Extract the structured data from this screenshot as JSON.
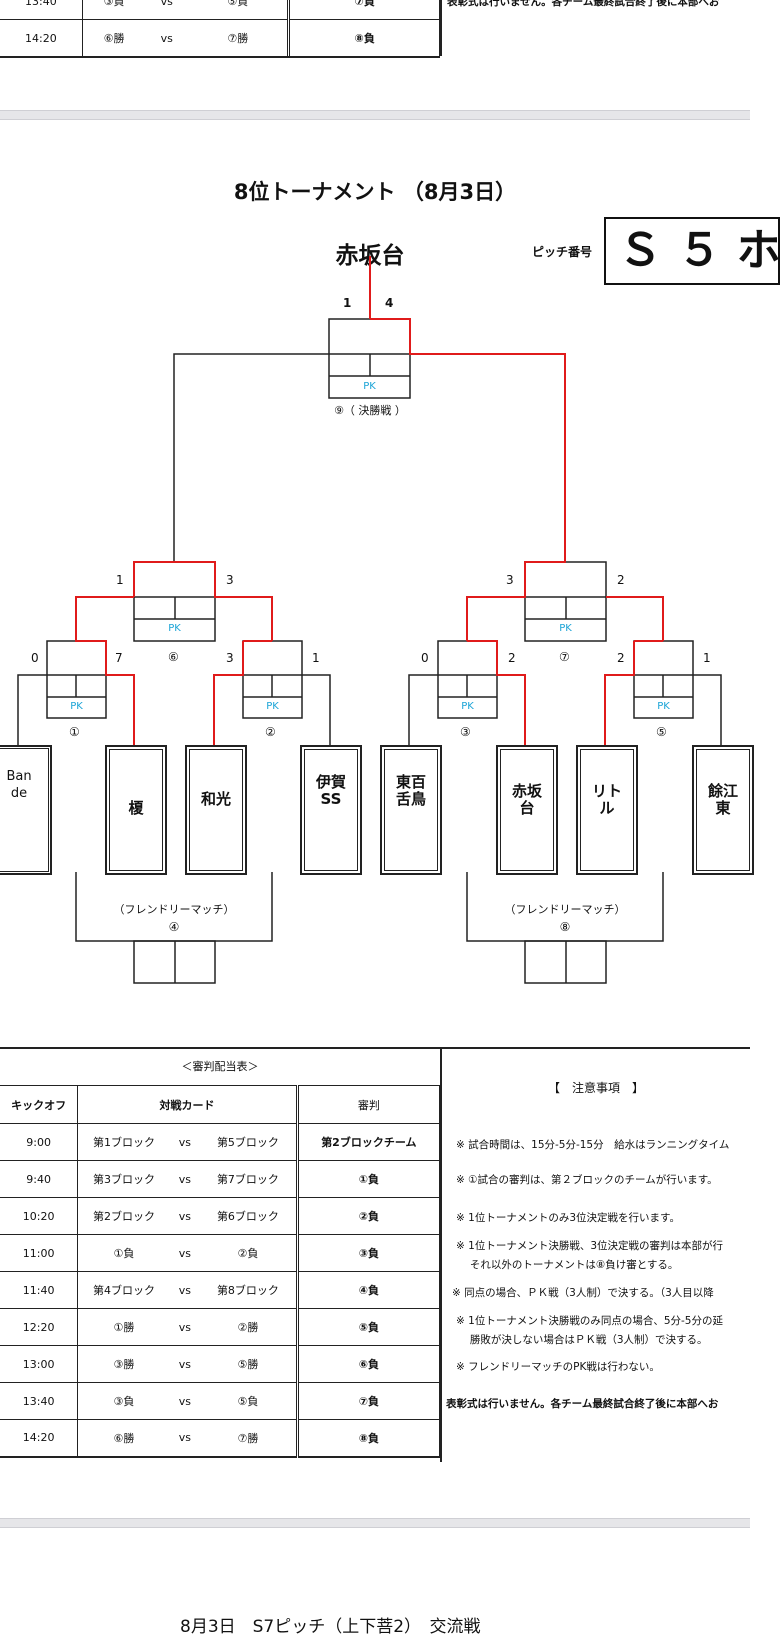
{
  "top_table": {
    "rows": [
      {
        "time": "13:40",
        "home": "③負",
        "vs": "vs",
        "away": "⑤負",
        "ref": "⑦負"
      },
      {
        "time": "14:20",
        "home": "⑥勝",
        "vs": "vs",
        "away": "⑦勝",
        "ref": "⑧負"
      }
    ],
    "note_partial": "表彰式は行いません。各チーム最終試合終了後に本部へお"
  },
  "bracket": {
    "title": "8位トーナメント （8月3日）",
    "winner": "赤坂台",
    "pitch_label": "ピッチ番号",
    "pitch_value": "Ｓ ５ ホ",
    "final": {
      "score_left": "1",
      "score_right": "4",
      "pk": "PK",
      "label": "⑨（ 決勝戦 ）"
    },
    "semis": [
      {
        "id": "⑥",
        "score_left": "1",
        "score_right": "3",
        "pk": "PK"
      },
      {
        "id": "⑦",
        "score_left": "3",
        "score_right": "2",
        "pk": "PK"
      }
    ],
    "quarters": [
      {
        "id": "①",
        "score_left": "0",
        "score_right": "7",
        "pk": "PK"
      },
      {
        "id": "②",
        "score_left": "3",
        "score_right": "1",
        "pk": "PK"
      },
      {
        "id": "③",
        "score_left": "0",
        "score_right": "2",
        "pk": "PK"
      },
      {
        "id": "⑤",
        "score_left": "2",
        "score_right": "1",
        "pk": "PK"
      }
    ],
    "teams": [
      {
        "name": "Bande"
      },
      {
        "name": "榎"
      },
      {
        "name": "和光"
      },
      {
        "name": "伊賀SS"
      },
      {
        "name": "東百舌鳥"
      },
      {
        "name": "赤坂台"
      },
      {
        "name": "リトル"
      },
      {
        "name": "餘江東"
      }
    ],
    "friendly": [
      {
        "label": "（フレンドリーマッチ）",
        "id": "④"
      },
      {
        "label": "（フレンドリーマッチ）",
        "id": "⑧"
      }
    ]
  },
  "referee_table": {
    "title": "＜審判配当表＞",
    "headers": {
      "kickoff": "キックオフ",
      "card": "対戦カード",
      "ref": "審判"
    },
    "rows": [
      {
        "time": "9:00",
        "home": "第1ブロック",
        "vs": "vs",
        "away": "第5ブロック",
        "ref": "第2ブロックチーム"
      },
      {
        "time": "9:40",
        "home": "第3ブロック",
        "vs": "vs",
        "away": "第7ブロック",
        "ref": "①負"
      },
      {
        "time": "10:20",
        "home": "第2ブロック",
        "vs": "vs",
        "away": "第6ブロック",
        "ref": "②負"
      },
      {
        "time": "11:00",
        "home": "①負",
        "vs": "vs",
        "away": "②負",
        "ref": "③負"
      },
      {
        "time": "11:40",
        "home": "第4ブロック",
        "vs": "vs",
        "away": "第8ブロック",
        "ref": "④負"
      },
      {
        "time": "12:20",
        "home": "①勝",
        "vs": "vs",
        "away": "②勝",
        "ref": "⑤負"
      },
      {
        "time": "13:00",
        "home": "③勝",
        "vs": "vs",
        "away": "⑤勝",
        "ref": "⑥負"
      },
      {
        "time": "13:40",
        "home": "③負",
        "vs": "vs",
        "away": "⑤負",
        "ref": "⑦負"
      },
      {
        "time": "14:20",
        "home": "⑥勝",
        "vs": "vs",
        "away": "⑦勝",
        "ref": "⑧負"
      }
    ]
  },
  "notes": {
    "title": "【　注意事項　】",
    "items": [
      "※ 試合時間は、15分-5分-15分　給水はランニングタイム",
      "※ ①試合の審判は、第２ブロックのチームが行います。",
      "※ 1位トーナメントのみ3位決定戦を行います。",
      "※ 1位トーナメント決勝戦、3位決定戦の審判は本部が行",
      "　 それ以外のトーナメントは⑧負け審とする。",
      "※ 同点の場合、ＰＫ戦（3人制）で決する。（3人目以降",
      "※ 1位トーナメント決勝戦のみ同点の場合、5分-5分の延",
      "　 勝敗が決しない場合はＰＫ戦（3人制）で決する。",
      "※ フレンドリーマッチのPK戦は行わない。",
      "表彰式は行いません。各チーム最終試合終了後に本部へお"
    ]
  },
  "bottom_partial": "8月3日　S7ピッチ（上下菩2）　交流戦"
}
